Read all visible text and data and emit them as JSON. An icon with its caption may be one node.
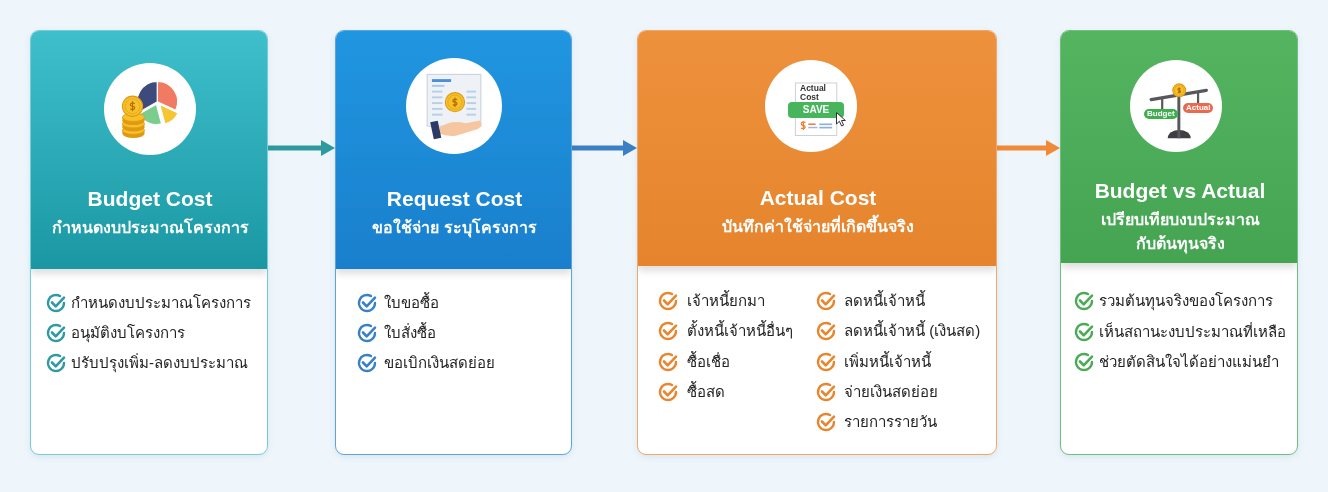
{
  "diagram": {
    "nodes": [
      {
        "text": [
          "Budget Cost",
          "กำหนดงบประมาณโครงการ",
          "กำหนดงบประมาณโครงการ",
          "อนุมัติงบโครงการ",
          "ปรับปรุงเพิ่ม-ลดงบประมาณ"
        ]
      },
      {
        "text": [
          "Request Cost",
          "ขอใช้จ่าย ระบุโครงการ",
          "ใบขอซื้อ",
          "ใบสั่งซื้อ",
          "ขอเบิกเงินสดย่อย"
        ]
      },
      {
        "text": [
          "Actual Cost",
          "บันทึกค่าใช้จ่ายที่เกิดขึ้นจริง",
          "เจ้าหนี้ยกมา",
          "ตั้งหนี้เจ้าหนี้อื่นๆ",
          "ซื้อเชื่อ",
          "ซื้อสด",
          "ลดหนี้เจ้าหนี้",
          "ลดหนี้เจ้าหนี้ (เงินสด)",
          "เพิ่มหนี้เจ้าหนี้",
          "จ่ายเงินสดย่อย",
          "รายการรายวัน"
        ]
      },
      {
        "text": [
          "Budget vs Actual",
          "เปรียบเทียบงบประมาณ กับต้นทุนจริง",
          "รวมต้นทุนจริงของโครงการ",
          "เห็นสถานะงบประมาณที่เหลือ",
          "ช่วยตัดสินใจได้อย่างแม่นยำ"
        ]
      }
    ],
    "edges": [
      {
        "from": 0,
        "to": 1,
        "arrow": "to",
        "color": "#2e9a9e"
      },
      {
        "from": 1,
        "to": 2,
        "arrow": "to",
        "color": "#3b7fc4"
      },
      {
        "from": 2,
        "to": 3,
        "arrow": "to",
        "color": "#f08a38"
      }
    ],
    "labels": [
      "Actual Cost",
      "SAVE",
      "Budget",
      "Actual"
    ]
  }
}
